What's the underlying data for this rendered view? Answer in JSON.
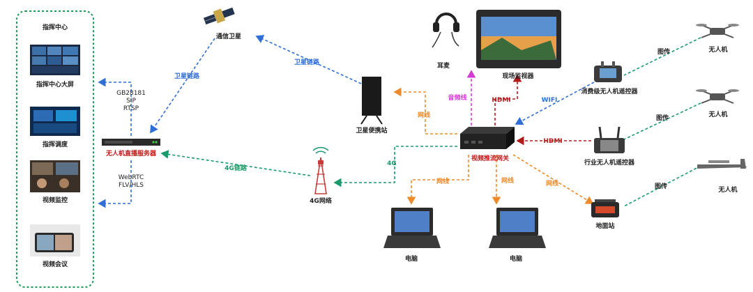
{
  "command_center": {
    "title": "指挥中心",
    "items": [
      "指挥中心大屏",
      "指挥调度",
      "视频监控",
      "视频会议"
    ]
  },
  "nodes": {
    "satellite": "通信卫星",
    "server": "无人机直播服务器",
    "tower": "4G网络",
    "sat_station": "卫星便携站",
    "headset": "耳麦",
    "monitor": "现场监视器",
    "gateway": "视频推流网关",
    "consumer_rc": "消费级无人机遥控器",
    "industry_rc": "行业无人机遥控器",
    "ground_station": "地面站",
    "computer_1": "电脑",
    "computer_2": "电脑",
    "drone_1": "无人机",
    "drone_2": "无人机",
    "drone_3": "无人机"
  },
  "protocols": {
    "upper": [
      "GB28181",
      "SIP",
      "RTSP"
    ],
    "lower": [
      "WebRTC",
      "FLV/HLS"
    ]
  },
  "edges": {
    "sat_link_1": "卫星链路",
    "sat_link_2": "卫星链路",
    "link_4g": "4G链路",
    "g4": "4G",
    "net_sat": "网线",
    "audio": "音频线",
    "hdmi_monitor": "HDMI",
    "wifi": "WIFI",
    "hdmi_rc": "HDMI",
    "net_pc1": "网线",
    "net_pc2": "网线",
    "net_ground": "网线",
    "img_1": "图传",
    "img_2": "图传",
    "img_3": "图传"
  },
  "colors": {
    "blue": "#2f6fd6",
    "green": "#1a9a6a",
    "orange": "#ef8a2a",
    "magenta": "#d63ad6",
    "red": "#b31b1b",
    "frame": "#1f9b5a"
  }
}
